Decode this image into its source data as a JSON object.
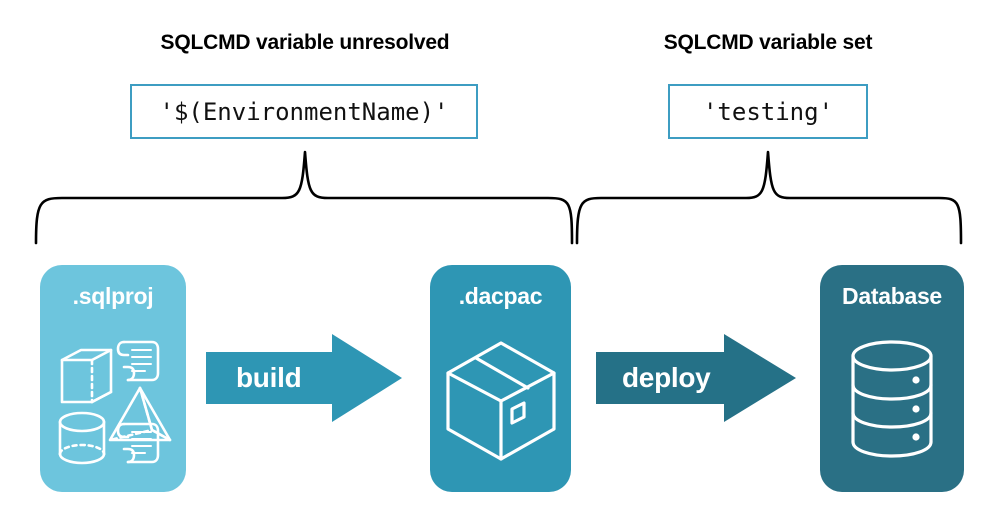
{
  "diagram": {
    "title_left": "SQLCMD variable unresolved",
    "title_right": "SQLCMD variable set",
    "value_left": "'$(EnvironmentName)'",
    "value_right": "'testing'",
    "colors": {
      "sqlproj_fill": "#6dc5dd",
      "dacpac_fill": "#2e96b4",
      "database_fill": "#2a7085",
      "build_arrow": "#2e96b4",
      "deploy_arrow": "#257187",
      "value_box_border": "#3d9dc2",
      "brace_stroke": "#000000",
      "icon_stroke": "#ffffff",
      "text_dark": "#000000",
      "text_light": "#ffffff",
      "background": "#ffffff"
    },
    "stages": [
      {
        "id": "sqlproj",
        "label": ".sqlproj",
        "icons": [
          "cube-icon",
          "scroll-icon",
          "pyramid-icon",
          "cylinder-icon",
          "scroll-icon"
        ]
      },
      {
        "id": "dacpac",
        "label": ".dacpac",
        "icons": [
          "package-box-icon"
        ]
      },
      {
        "id": "database",
        "label": "Database",
        "icons": [
          "database-cylinder-icon"
        ]
      }
    ],
    "arrows": [
      {
        "id": "build",
        "label": "build"
      },
      {
        "id": "deploy",
        "label": "deploy"
      }
    ],
    "braces": [
      {
        "id": "brace-left",
        "spans": "sqlproj-to-dacpac",
        "points_to": "value_left"
      },
      {
        "id": "brace-right",
        "spans": "dacpac-to-database",
        "points_to": "value_right"
      }
    ]
  }
}
